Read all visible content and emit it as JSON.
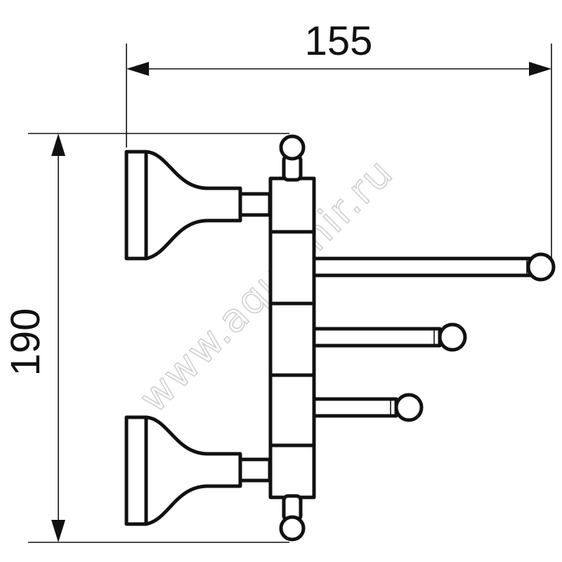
{
  "dimensions": {
    "width_label": "155",
    "height_label": "190"
  },
  "watermark": "www.aquamir.ru"
}
